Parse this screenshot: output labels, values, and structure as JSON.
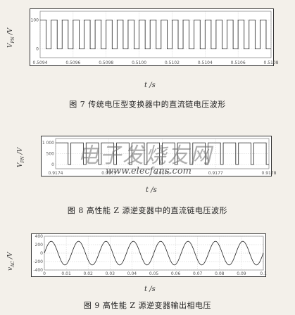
{
  "figures": [
    {
      "caption": "图 7   传统电压型变换器中的直流链电压波形",
      "ylabel": "V_PN /V",
      "xlabel": "t /s",
      "ytick_labels": [
        "100",
        "0"
      ],
      "xtick_labels": [
        "0.5094",
        "0.5096",
        "0.5098",
        "0.5100",
        "0.5102",
        "0.5104",
        "0.5106",
        "0.5108"
      ]
    },
    {
      "caption": "图 8   高性能 Z 源逆变器中的直流链电压波形",
      "ylabel": "V_PN /V",
      "xlabel": "t /s",
      "ytick_labels": [
        "1 000",
        "500",
        "0"
      ],
      "xtick_labels": [
        "0.9174",
        "0.9175",
        "0.9176",
        "0.9177",
        "0.9178"
      ]
    },
    {
      "caption": "图 9   高性能 Z 源逆变器输出相电压",
      "ylabel": "v_AC /V",
      "xlabel": "t /s",
      "ytick_labels": [
        "400",
        "200",
        "0",
        "-200",
        "-400"
      ],
      "xtick_labels": [
        "0",
        "0.01",
        "0.02",
        "0.03",
        "0.04",
        "0.05",
        "0.06",
        "0.07",
        "0.08",
        "0.09",
        "0.1"
      ]
    }
  ],
  "watermark": {
    "title": "电子发烧友网",
    "url": "www.elecfans.com"
  },
  "chart_data": [
    {
      "type": "line",
      "title": "",
      "xlabel": "t /s",
      "ylabel": "V_PN /V",
      "x_range": [
        0.5094,
        0.5108
      ],
      "ylim": [
        -30,
        130
      ],
      "series": [
        {
          "values_description_points": [
            {
              "x": 0.5094,
              "y": 100
            },
            {
              "x": 0.5108,
              "y": 100
            }
          ]
        }
      ],
      "waveform": {
        "kind": "pwm",
        "high": 100,
        "low": 0,
        "periods": 21
      },
      "grid": true
    },
    {
      "type": "line",
      "title": "",
      "xlabel": "t /s",
      "ylabel": "V_PN /V",
      "x_range": [
        0.9174,
        0.9178
      ],
      "ylim": [
        -200,
        1200
      ],
      "waveform": {
        "kind": "pwm",
        "high": 1000,
        "low": 0,
        "periods": 14
      },
      "grid": true
    },
    {
      "type": "line",
      "title": "",
      "xlabel": "t /s",
      "ylabel": "v_AC /V",
      "x_range": [
        0,
        0.1
      ],
      "ylim": [
        -400,
        400
      ],
      "waveform": {
        "kind": "sine",
        "amplitude": 280,
        "frequency_hz": 80
      },
      "grid": true
    }
  ]
}
